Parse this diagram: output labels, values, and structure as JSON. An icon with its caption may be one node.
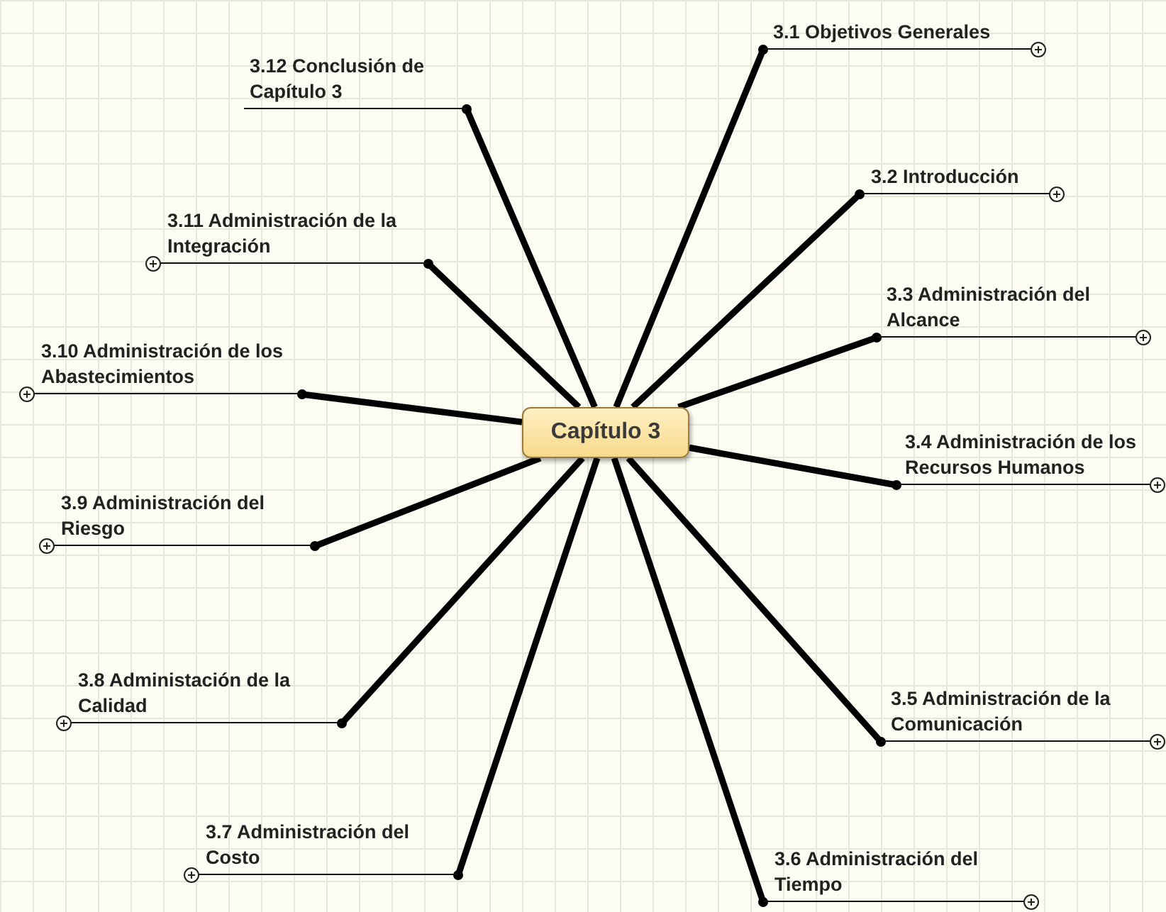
{
  "diagram": {
    "nodes": [
      {
        "text": [
          "Capítulo 3"
        ]
      },
      {
        "text": [
          "3.1 Objetivos Generales"
        ]
      },
      {
        "text": [
          "3.2 Introducción"
        ]
      },
      {
        "text": [
          "3.3 Administración del Alcance"
        ]
      },
      {
        "text": [
          "3.4 Administración de los Recursos Humanos"
        ]
      },
      {
        "text": [
          "3.5 Administración de la Comunicación"
        ]
      },
      {
        "text": [
          "3.6 Administración del Tiempo"
        ]
      },
      {
        "text": [
          "3.7 Administración del Costo"
        ]
      },
      {
        "text": [
          "3.8 Administación de la Calidad"
        ]
      },
      {
        "text": [
          "3.9 Administración del Riesgo"
        ]
      },
      {
        "text": [
          "3.10 Administración de los Abastecimientos"
        ]
      },
      {
        "text": [
          "3.11 Administración de la Integración"
        ]
      },
      {
        "text": [
          "3.12 Conclusión de Capítulo 3"
        ]
      }
    ],
    "edges": [
      {
        "from": 0,
        "to": 1,
        "arrow": "other"
      },
      {
        "from": 0,
        "to": 2,
        "arrow": "other"
      },
      {
        "from": 0,
        "to": 3,
        "arrow": "other"
      },
      {
        "from": 0,
        "to": 4,
        "arrow": "other"
      },
      {
        "from": 0,
        "to": 5,
        "arrow": "other"
      },
      {
        "from": 0,
        "to": 6,
        "arrow": "other"
      },
      {
        "from": 0,
        "to": 7,
        "arrow": "other"
      },
      {
        "from": 0,
        "to": 8,
        "arrow": "other"
      },
      {
        "from": 0,
        "to": 9,
        "arrow": "other"
      },
      {
        "from": 0,
        "to": 10,
        "arrow": "other"
      },
      {
        "from": 0,
        "to": 11,
        "arrow": "other"
      },
      {
        "from": 0,
        "to": 12,
        "arrow": "other"
      }
    ]
  }
}
